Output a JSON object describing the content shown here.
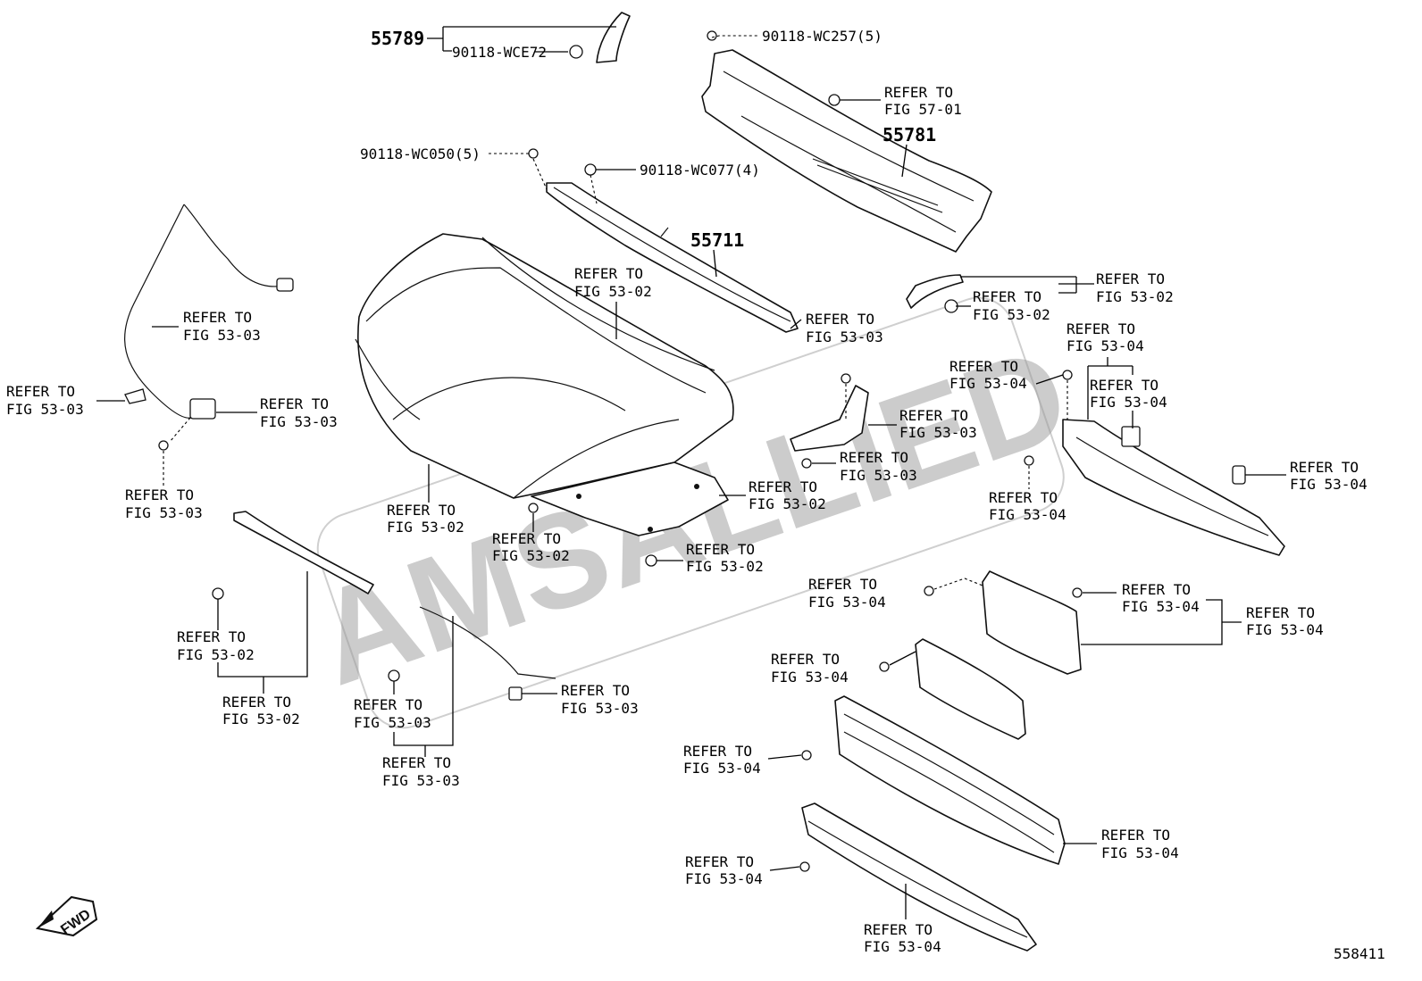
{
  "diagram": {
    "watermark": "AMSALLIED",
    "figure_number": "558411",
    "fwd_label": "FWD",
    "part_numbers": [
      "55789",
      "55781",
      "55711"
    ],
    "hardware_callouts": [
      "90118-WCE72",
      "90118-WC257(5)",
      "90118-WC050(5)",
      "90118-WC077(4)"
    ],
    "refer": {
      "prefix": "REFER TO",
      "figs": [
        "FIG 57-01",
        "FIG 53-02",
        "FIG 53-03",
        "FIG 53-04"
      ]
    }
  }
}
